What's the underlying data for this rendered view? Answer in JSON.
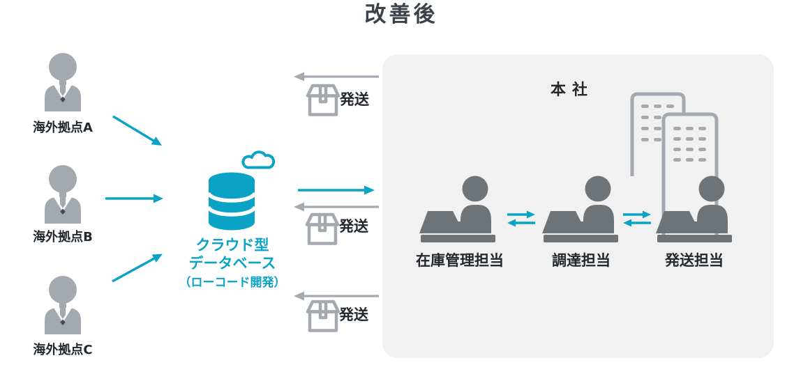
{
  "title": "改善後",
  "colors": {
    "cyan": "#0AA3C6",
    "gray": "#A4A9AF",
    "dark_gray": "#6E7378",
    "box_bg": "#F1F1F1",
    "text": "#23282E",
    "title_color": "#3A4149"
  },
  "overseas_sites": [
    {
      "label": "海外拠点A"
    },
    {
      "label": "海外拠点B"
    },
    {
      "label": "海外拠点C"
    }
  ],
  "database": {
    "name_line1": "クラウド型",
    "name_line2": "データベース",
    "name_line3": "（ローコード開発）"
  },
  "shipments": {
    "top_label": "発送",
    "middle_label": "発送",
    "bottom_label": "発送"
  },
  "head_office": {
    "title": "本社",
    "staff": [
      {
        "label": "在庫管理担当"
      },
      {
        "label": "調達担当"
      },
      {
        "label": "発送担当"
      }
    ]
  }
}
